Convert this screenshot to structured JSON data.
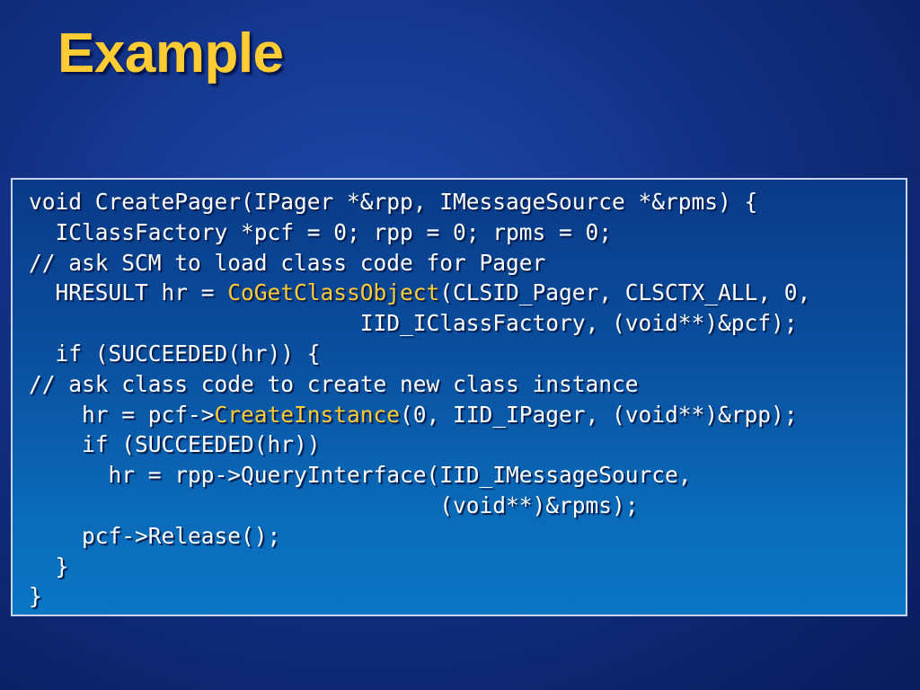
{
  "slide": {
    "title": "Example"
  },
  "code": {
    "lines": [
      [
        {
          "text": "void CreatePager(IPager *&rpp, IMessageSource *&rpms) {"
        }
      ],
      [
        {
          "text": "  IClassFactory *pcf = 0; rpp = 0; rpms = 0;"
        }
      ],
      [
        {
          "text": "// ask SCM to load class code for Pager"
        }
      ],
      [
        {
          "text": "  HRESULT hr = "
        },
        {
          "text": "CoGetClassObject",
          "hl": true
        },
        {
          "text": "(CLSID_Pager, CLSCTX_ALL, 0,"
        }
      ],
      [
        {
          "text": "                         IID_IClassFactory, (void**)&pcf);"
        }
      ],
      [
        {
          "text": "  if (SUCCEEDED(hr)) {"
        }
      ],
      [
        {
          "text": "// ask class code to create new class instance"
        }
      ],
      [
        {
          "text": "    hr = pcf->"
        },
        {
          "text": "CreateInstance",
          "hl": true
        },
        {
          "text": "(0, IID_IPager, (void**)&rpp);"
        }
      ],
      [
        {
          "text": "    if (SUCCEEDED(hr))"
        }
      ],
      [
        {
          "text": "      hr = rpp->QueryInterface(IID_IMessageSource,"
        }
      ],
      [
        {
          "text": "                               (void**)&rpms);"
        }
      ],
      [
        {
          "text": "    pcf->Release();"
        }
      ],
      [
        {
          "text": "  }"
        }
      ],
      [
        {
          "text": "}"
        }
      ]
    ]
  },
  "colors": {
    "title": "#ffcc33",
    "highlight": "#ffcc33",
    "code_text": "#ffffff",
    "box_border": "#c8d4ec"
  }
}
